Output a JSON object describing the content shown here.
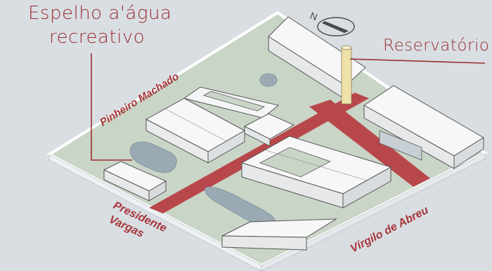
{
  "labels": {
    "espelho_line1": "Espelho a'água",
    "espelho_line2": "recreativo",
    "reservatorio": "Reservatório"
  },
  "streets": {
    "pinheiro": "Pinheiro Machado",
    "presidente_line1": "Presidente",
    "presidente_line2": "Vargas",
    "virgilo": "Vírgilo de Abreu"
  },
  "colors": {
    "background": "#d9dee3",
    "block": "#c9d5c6",
    "road": "#b8474c",
    "water": "#9aaab5",
    "label": "#9c2f31",
    "reservoir": "#eee2a8"
  },
  "icons": {
    "compass": "north-arrow-compass-icon"
  }
}
